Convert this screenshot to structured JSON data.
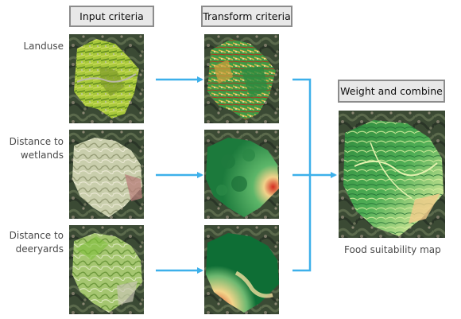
{
  "headers": {
    "input": "Input criteria",
    "transform": "Transform criteria",
    "combine": "Weight and combine"
  },
  "rows": [
    {
      "label_line1": "Landuse",
      "label_line2": ""
    },
    {
      "label_line1": "Distance to",
      "label_line2": "wetlands"
    },
    {
      "label_line1": "Distance to",
      "label_line2": "deeryards"
    }
  ],
  "output_caption": "Food suitability map",
  "colors": {
    "arrow": "#3db0ea",
    "header_fill": "#e8e8e8",
    "header_border": "#8c8c8c",
    "suitability_high": "#0e6e35",
    "suitability_low": "#c0201a"
  }
}
